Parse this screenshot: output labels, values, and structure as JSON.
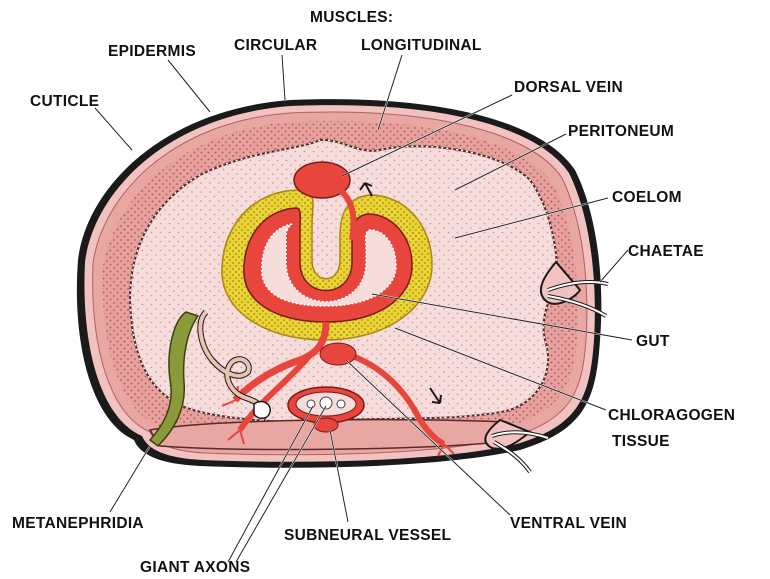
{
  "labels": {
    "muscles": "MUSCLES:",
    "circular": "CIRCULAR",
    "longitudinal": "LONGITUDINAL",
    "epidermis": "EPIDERMIS",
    "cuticle": "CUTICLE",
    "dorsal_vein": "DORSAL VEIN",
    "peritoneum": "PERITONEUM",
    "coelom": "COELOM",
    "chaetae": "CHAETAE",
    "gut": "GUT",
    "chloragogen_1": "CHLORAGOGEN",
    "chloragogen_2": "TISSUE",
    "metanephridia": "METANEPHRIDIA",
    "subneural_vessel": "SUBNEURAL VESSEL",
    "ventral_vein": "VENTRAL VEIN",
    "giant_axons": "GIANT AXONS"
  },
  "colors": {
    "outline": "#1a1a1a",
    "body_wall_pink": "#e9a7a3",
    "coelom_pink": "#f7dcdc",
    "blood_red": "#e8463c",
    "chloragogen_yellow": "#e8d53a",
    "metanephridia_green": "#8a9a38"
  }
}
